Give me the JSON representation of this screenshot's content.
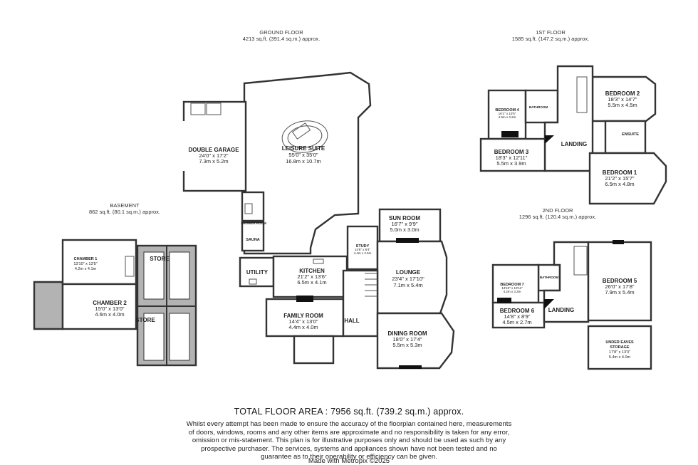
{
  "floors": {
    "ground": {
      "title": "GROUND FLOOR",
      "area": "4213 sq.ft. (391.4 sq.m.) approx."
    },
    "first": {
      "title": "1ST FLOOR",
      "area": "1585 sq.ft. (147.2 sq.m.) approx."
    },
    "basement": {
      "title": "BASEMENT",
      "area": "862 sq.ft. (80.1 sq.m.) approx."
    },
    "second": {
      "title": "2ND FLOOR",
      "area": "1296 sq.ft. (120.4 sq.m.) approx."
    }
  },
  "rooms": {
    "leisure": {
      "name": "LEISURE SUITE",
      "imperial": "55'0\" x 35'0\"",
      "metric": "16.8m x 10.7m"
    },
    "garage": {
      "name": "DOUBLE GARAGE",
      "imperial": "24'0\" x 17'2\"",
      "metric": "7.3m x 5.2m"
    },
    "shower": {
      "name": "SHOWER ROOM"
    },
    "sauna": {
      "name": "SAUNA"
    },
    "utility": {
      "name": "UTILITY"
    },
    "kitchen": {
      "name": "KITCHEN",
      "imperial": "21'2\" x 13'6\"",
      "metric": "6.5m x 4.1m"
    },
    "study": {
      "name": "STUDY",
      "imperial": "14'6\" x 8'4\"",
      "metric": "4.4m x 2.5m"
    },
    "sunroom": {
      "name": "SUN ROOM",
      "imperial": "16'7\" x 9'9\"",
      "metric": "5.0m x 3.0m"
    },
    "lounge": {
      "name": "LOUNGE",
      "imperial": "23'4\" x 17'10\"",
      "metric": "7.1m x 5.4m"
    },
    "family": {
      "name": "FAMILY ROOM",
      "imperial": "14'4\" x 13'0\"",
      "metric": "4.4m x 4.0m"
    },
    "hall": {
      "name": "HALL"
    },
    "dining": {
      "name": "DINING ROOM",
      "imperial": "18'0\" x 17'4\"",
      "metric": "5.5m x 5.3m"
    },
    "chamber1": {
      "name": "CHAMBER 1",
      "imperial": "13'10\" x 13'5\"",
      "metric": "4.2m x 4.1m"
    },
    "chamber2": {
      "name": "CHAMBER 2",
      "imperial": "15'0\" x 13'0\"",
      "metric": "4.6m x 4.0m"
    },
    "store1": {
      "name": "STORE"
    },
    "store2": {
      "name": "STORE"
    },
    "bedroom4": {
      "name": "BEDROOM 4",
      "imperial": "16'1\" x 10'5\"",
      "metric": "4.9m x 3.2m"
    },
    "bathroom1": {
      "name": "BATHROOM"
    },
    "bedroom2": {
      "name": "BEDROOM 2",
      "imperial": "18'3\" x 14'7\"",
      "metric": "5.5m x 4.5m"
    },
    "ensuite": {
      "name": "ENSUITE"
    },
    "landing1": {
      "name": "LANDING"
    },
    "bedroom3": {
      "name": "BEDROOM 3",
      "imperial": "18'3\" x 12'11\"",
      "metric": "5.5m x 3.9m"
    },
    "bedroom1": {
      "name": "BEDROOM 1",
      "imperial": "21'2\" x 15'7\"",
      "metric": "6.5m x 4.8m"
    },
    "bathroom2": {
      "name": "BATHROOM"
    },
    "bedroom7": {
      "name": "BEDROOM 7",
      "imperial": "13'10\" x 10'11\"",
      "metric": "4.2m x 3.3m"
    },
    "bedroom5": {
      "name": "BEDROOM 5",
      "imperial": "26'0\" x 17'8\"",
      "metric": "7.9m x 5.4m"
    },
    "bedroom6": {
      "name": "BEDROOM 6",
      "imperial": "14'8\" x 8'9\"",
      "metric": "4.5m x 2.7m"
    },
    "landing2": {
      "name": "LANDING"
    },
    "eaves": {
      "name": "UNDER EAVES",
      "name2": "STORAGE",
      "imperial": "17'8\" x 13'3\"",
      "metric": "5.4m x 4.0m"
    }
  },
  "footer": {
    "total": "TOTAL FLOOR AREA : 7956 sq.ft. (739.2 sq.m.) approx.",
    "disclaimer": "Whilst every attempt has been made to ensure the accuracy of the floorplan contained here, measurements of doors, windows, rooms and any other items are approximate and no responsibility is taken for any error, omission or mis-statement. This plan is for illustrative purposes only and should be used as such by any prospective purchaser. The services, systems and appliances shown have not been tested and no guarantee as to their operability or efficiency can be given.",
    "credit": "Made with Metropix ©2025"
  },
  "colors": {
    "wall": "#333333",
    "fill": "#ffffff",
    "shaded": "#b3b3b3",
    "fireplace": "#111111"
  }
}
